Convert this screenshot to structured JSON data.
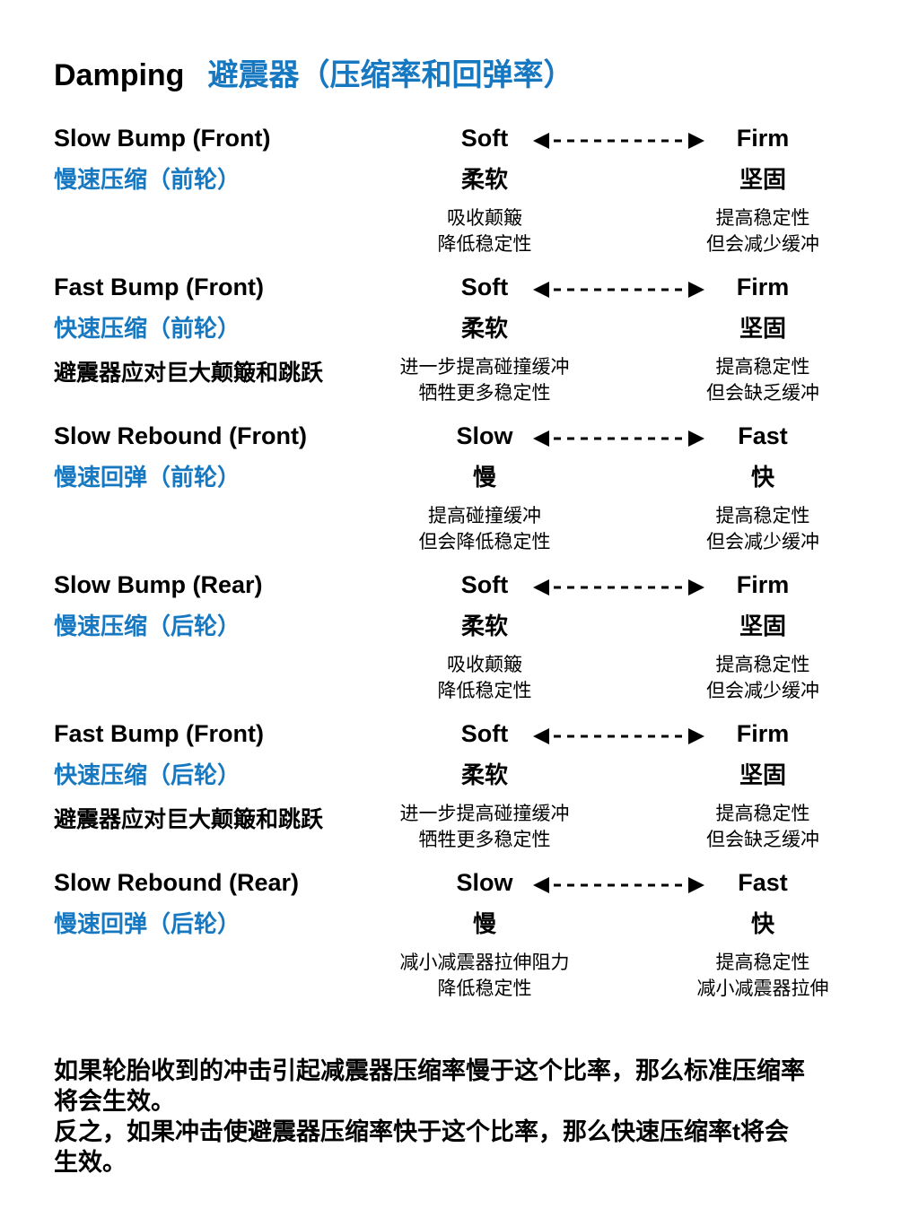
{
  "page": {
    "title_en": "Damping",
    "title_cn": "避震器（压缩率和回弹率）",
    "accent_color": "#1778C2",
    "text_color": "#000000",
    "background_color": "#FFFFFF"
  },
  "sections": [
    {
      "en_label": "Slow Bump (Front)",
      "cn_label": "慢速压缩（前轮）",
      "extra_label": "",
      "scale": {
        "left_en": "Soft",
        "right_en": "Firm",
        "left_cn": "柔软",
        "right_cn": "坚固"
      },
      "left_desc": [
        "吸收颠簸",
        "降低稳定性"
      ],
      "right_desc": [
        "提高稳定性",
        "但会减少缓冲"
      ]
    },
    {
      "en_label": "Fast Bump (Front)",
      "cn_label": "快速压缩（前轮）",
      "extra_label": "避震器应对巨大颠簸和跳跃",
      "scale": {
        "left_en": "Soft",
        "right_en": "Firm",
        "left_cn": "柔软",
        "right_cn": "坚固"
      },
      "left_desc": [
        "进一步提高碰撞缓冲",
        "牺牲更多稳定性"
      ],
      "right_desc": [
        "提高稳定性",
        "但会缺乏缓冲"
      ]
    },
    {
      "en_label": "Slow Rebound (Front)",
      "cn_label": "慢速回弹（前轮）",
      "extra_label": "",
      "scale": {
        "left_en": "Slow",
        "right_en": "Fast",
        "left_cn": "慢",
        "right_cn": "快"
      },
      "left_desc": [
        "提高碰撞缓冲",
        "但会降低稳定性"
      ],
      "right_desc": [
        "提高稳定性",
        "但会减少缓冲"
      ]
    },
    {
      "en_label": "Slow Bump  (Rear)",
      "cn_label": "慢速压缩（后轮）",
      "extra_label": "",
      "scale": {
        "left_en": "Soft",
        "right_en": "Firm",
        "left_cn": "柔软",
        "right_cn": "坚固"
      },
      "left_desc": [
        "吸收颠簸",
        "降低稳定性"
      ],
      "right_desc": [
        "提高稳定性",
        "但会减少缓冲"
      ]
    },
    {
      "en_label": "Fast Bump (Front)",
      "cn_label": "快速压缩（后轮）",
      "extra_label": "避震器应对巨大颠簸和跳跃",
      "scale": {
        "left_en": "Soft",
        "right_en": "Firm",
        "left_cn": "柔软",
        "right_cn": "坚固"
      },
      "left_desc": [
        "进一步提高碰撞缓冲",
        "牺牲更多稳定性"
      ],
      "right_desc": [
        "提高稳定性",
        "但会缺乏缓冲"
      ]
    },
    {
      "en_label": "Slow Rebound (Rear)",
      "cn_label": "慢速回弹（后轮）",
      "extra_label": "",
      "scale": {
        "left_en": "Slow",
        "right_en": "Fast",
        "left_cn": "慢",
        "right_cn": "快"
      },
      "left_desc": [
        "减小减震器拉伸阻力",
        "降低稳定性"
      ],
      "right_desc": [
        "提高稳定性",
        "减小减震器拉伸"
      ]
    }
  ],
  "footer": {
    "lines": [
      "如果轮胎收到的冲击引起减震器压缩率慢于这个比率，那么标准压缩率",
      "将会生效。",
      "反之，如果冲击使避震器压缩率快于这个比率，那么快速压缩率t将会",
      "生效。"
    ]
  }
}
